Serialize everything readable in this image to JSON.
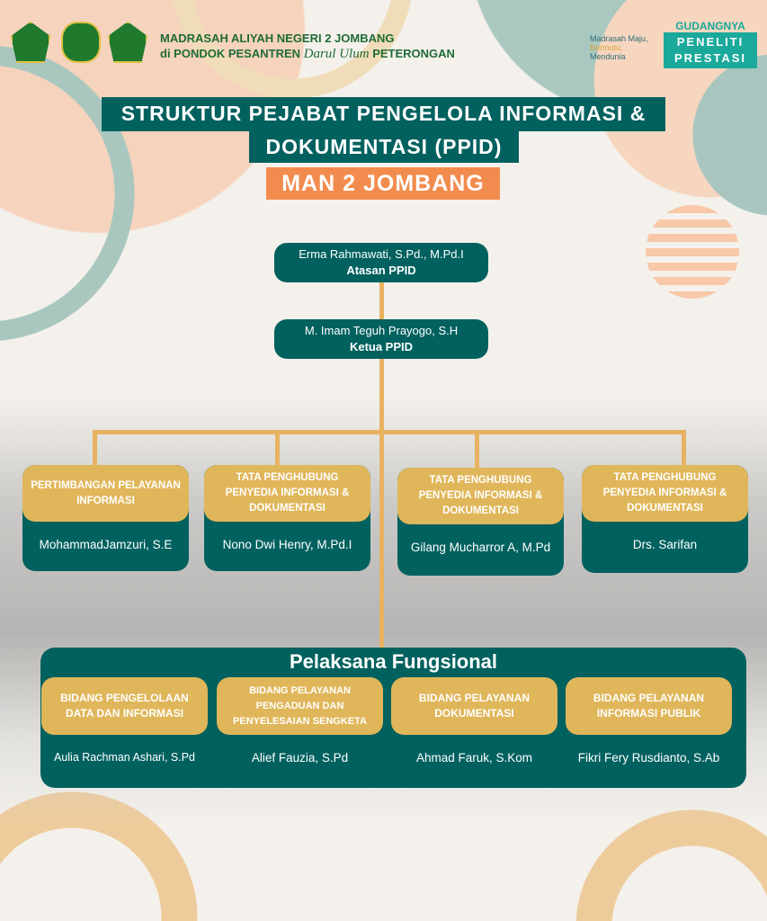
{
  "header": {
    "line1": "MADRASAH ALIYAH NEGERI 2 JOMBANG",
    "line2_a": "di  PONDOK PESANTREN",
    "line2_b": "Darul Ulum",
    "line2_c": "PETERONGAN",
    "tagline": [
      "Madrasah Maju,",
      "Bermutu,",
      "Mendunia"
    ],
    "badge": [
      "GUDANGNYA",
      "PENELITI",
      "PRESTASI"
    ]
  },
  "title": {
    "line1": "STRUKTUR PEJABAT PENGELOLA INFORMASI &",
    "line2": "DOKUMENTASI (PPID)",
    "subtitle": "MAN 2 JOMBANG"
  },
  "atasan": {
    "name": "Erma Rahmawati, S.Pd., M.Pd.I",
    "role": "Atasan PPID"
  },
  "ketua": {
    "name": "M. Imam Teguh Prayogo, S.H",
    "role": "Ketua PPID"
  },
  "units": [
    {
      "role": "PERTIMBANGAN PELAYANAN INFORMASI",
      "name": "MohammadJamzuri, S.E"
    },
    {
      "role": "TATA PENGHUBUNG PENYEDIA INFORMASI & DOKUMENTASI",
      "name": "Nono Dwi Henry, M.Pd.I"
    },
    {
      "role": "TATA PENGHUBUNG PENYEDIA INFORMASI & DOKUMENTASI",
      "name": "Gilang Mucharror A, M.Pd"
    },
    {
      "role": "TATA PENGHUBUNG PENYEDIA INFORMASI & DOKUMENTASI",
      "name": "Drs. Sarifan"
    }
  ],
  "pelaksana": {
    "title": "Pelaksana Fungsional",
    "items": [
      {
        "role": "BIDANG PENGELOLAAN DATA DAN INFORMASI",
        "name": "Aulia Rachman Ashari, S.Pd"
      },
      {
        "role": "BIDANG PELAYANAN PENGADUAN DAN PENYELESAIAN SENGKETA",
        "name": "Alief Fauzia, S.Pd"
      },
      {
        "role": "BIDANG PELAYANAN DOKUMENTASI",
        "name": "Ahmad Faruk, S.Kom"
      },
      {
        "role": "BIDANG PELAYANAN INFORMASI PUBLIK",
        "name": "Fikri Fery Rusdianto, S.Ab"
      }
    ]
  },
  "colors": {
    "teal": "#00615f",
    "gold": "#e0b65a",
    "orange": "#f28c4e",
    "line": "#e8b260"
  }
}
